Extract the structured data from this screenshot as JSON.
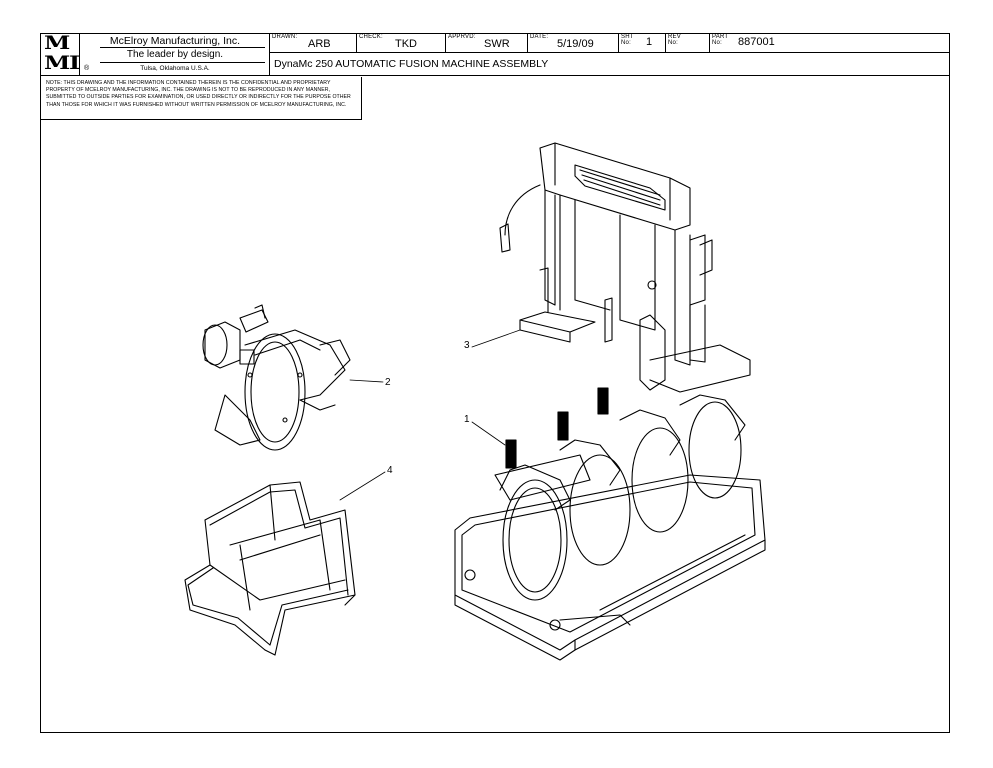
{
  "logo": {
    "top": "M",
    "bottom": "MI"
  },
  "company": {
    "name": "McElroy Manufacturing, Inc.",
    "tagline": "The leader by design.",
    "location": "Tulsa, Oklahoma U.S.A.",
    "registered_mark": "®"
  },
  "title_block": {
    "drawn_label": "DRAWN:",
    "drawn_value": "ARB",
    "check_label": "CHECK:",
    "check_value": "TKD",
    "apprvd_label": "APPRVD:",
    "apprvd_value": "SWR",
    "date_label": "DATE:",
    "date_value": "5/19/09",
    "sht_label": "SHT No:",
    "sht_value": "1",
    "rev_label": "REV No:",
    "rev_value": "",
    "part_label": "PART No:",
    "part_value": "887001",
    "title": "DynaMc 250 AUTOMATIC FUSION MACHINE ASSEMBLY"
  },
  "note": "NOTE: THIS DRAWING AND THE INFORMATION CONTAINED THEREIN IS THE CONFIDENTIAL AND PROPRIETARY PROPERTY OF McElroy Manufacturing, Inc. THE DRAWING IS NOT TO BE REPRODUCED IN ANY MANNER, SUBMITTED TO OUTSIDE PARTIES FOR EXAMINATION, OR USED DIRECTLY OR INDIRECTLY FOR THE PURPOSE OTHER THAN THOSE FOR WHICH IT WAS FURNISHED WITHOUT WRITTEN PERMISSION OF McElroy Manufacturing, Inc.",
  "callouts": {
    "c1": "1",
    "c2": "2",
    "c3": "3",
    "c4": "4"
  },
  "colors": {
    "line": "#000000",
    "paper": "#ffffff"
  }
}
